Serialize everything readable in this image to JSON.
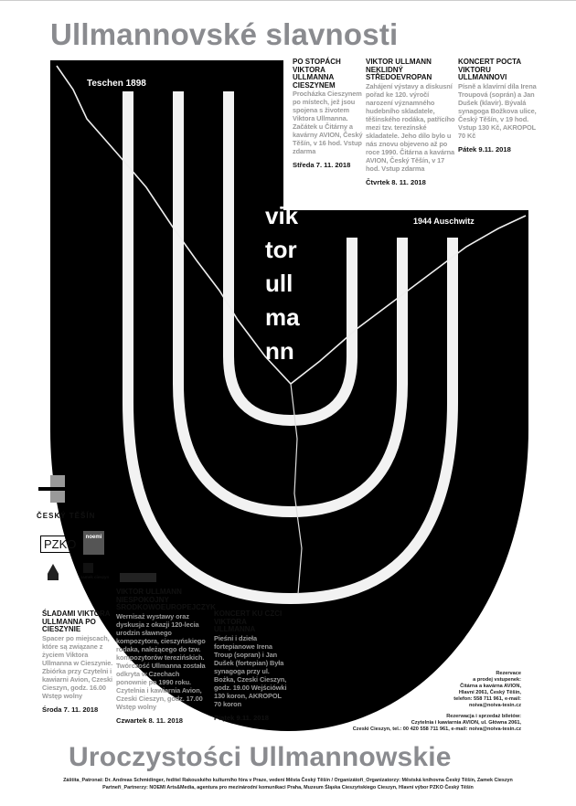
{
  "title_top": "Ullmannovské slavnosti",
  "title_bottom": "Uroczystości Ullmannowskie",
  "poster": {
    "teschen": "Teschen 1898",
    "auschwitz": "1944 Auschwitz",
    "name_lines": [
      "vik",
      "tor",
      "ull",
      "ma",
      "nn"
    ]
  },
  "events_cz": [
    {
      "title": "PO STOPÁCH VIKTORA ULLMANNA CIESZYNEM",
      "text": "Procházka Cieszynem po místech, jež jsou spojena s životem Viktora Ullmanna. Začátek u Čitárny a kavárny AVION, Český Těšín, v 16 hod. Vstup zdarma",
      "date": "Středa 7. 11. 2018"
    },
    {
      "title": "VIKTOR ULLMANN NEKLIDNÝ STŘEDOEVROPAN",
      "text": "Zahájení výstavy a diskusní pořad ke 120. výročí narození významného hudebního skladatele, těšínského rodáka, patřícího mezi tzv. terezínské skladatele. Jeho dílo bylo u nás znovu objeveno až po roce 1990. Čitárna a kavárna AVION, Český Těšín, v 17 hod. Vstup zdarma",
      "date": "Čtvrtek 8. 11. 2018"
    },
    {
      "title": "KONCERT POCTA VIKTORU ULLMANNOVI",
      "text": "Písně a klavírní díla Irena Troupová (soprán) a Jan Dušek (klavír). Bývalá synagoga Božkova ulice, Český Těšín, v 19 hod. Vstup 130 Kč, AKROPOL 70 Kč",
      "date": "Pátek 9.11. 2018"
    }
  ],
  "events_pl": [
    {
      "title": "ŚLADAMI VIKTORA ULLMANNA PO CIESZYNIE",
      "text": "Spacer po miejscach, które są związane z życiem Viktora Ullmanna w Cieszynie. Zbiórka przy Czytelni i kawiarni Avion, Czeski Cieszyn, godz. 16.00 Wstęp wolny",
      "date": "Środa 7. 11. 2018"
    },
    {
      "title": "VIKTOR ULLMANN NIESPOKOJNY ŚRODKOWOEUROPEJCZYK",
      "text": "Wernisaż wystawy oraz dyskusja z okazji 120-lecia urodzin sławnego kompozytora, cieszyńskiego rodaka, należącego do tzw. kompozytorów terezińskich. Twórczość Ullmanna została odkryta w Czechach ponownie po 1990 roku. Czytelnia i kawiarnia Avion, Czeski Cieszyn, godz. 17.00 Wstęp wolny",
      "date": "Czwartek 8. 11. 2018"
    },
    {
      "title": "KONCERT KU CZCI VIKTORA ULLMANNA",
      "text": "Pieśni i dzieła fortepianowe Irena Troup (sopran) i Jan Dušek (fortepian) Była synagoga przy ul. Bożka, Czeski Cieszyn, godz. 19.00 Wejściówki 130 koron, AKROPOL 70 koron",
      "date": "Piątek 9.11. 2018"
    }
  ],
  "reservation_cz": [
    "Rezervace",
    "a prodej vstupenek:",
    "Čitárna a kavárna AVION,",
    "Hlavní 2061, Český Těšín,",
    "telefon: 558 711 961, e-mail:",
    "noiva@noiva-tesin.cz"
  ],
  "reservation_pl": [
    "Rezerwacja i sprzedaż biletów:",
    "Czytelnia i kawiarnia AVION, ul. Główna 2061,",
    "Czeski Cieszyn, tel.: 00 420 558 711 961, e-mail: noiva@noiva-tesin.cz"
  ],
  "footer": [
    "Záštita_Patronat: Dr. Andreas Schmidinger, ředitel Rakouského kulturního fóra v Praze, vedení Města Český Těšín / Organizátoři_Organizatorzy: Městská knihovna Český Těšín, Zamek Cieszyn",
    "Partneři_Partnerzy: NOEMI Arts&Media, agentura pro mezinárodní komunikaci Praha, Muzeum Śląska Cieszyńskiego Cieszyn, Hlavní výbor PZKO Český Těšín"
  ],
  "logos": {
    "cesky_tesin": "ČESKÝ TĚŠÍN",
    "pzko": "PZKO",
    "noemi": "noemi",
    "zamek": "zamek cieszyn"
  },
  "colors": {
    "title_gray": "#8a8b8f",
    "body_gray": "#9a9a9a",
    "black": "#000000"
  }
}
